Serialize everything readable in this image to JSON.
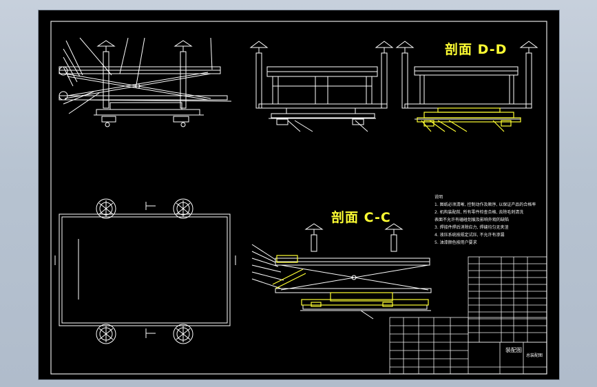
{
  "drawing": {
    "section_dd_title": "剖面 D-D",
    "section_cc_title": "剖面 C-C",
    "notes": {
      "heading": "说明",
      "lines": [
        "1. 图纸必须清晰, 控制动作及顺序, 以保证产品的合格率",
        "2. 机构装配前, 所有零件检查合格, 去除毛刺清洗",
        "   表面不允许有磕碰划痕及影响外观的缺陷",
        "3. 焊接件焊后消除应力, 焊缝均匀无夹渣",
        "4. 液压系统按规定试压, 不允许有渗漏",
        "5. 油漆颜色按用户要求"
      ]
    },
    "title_block": {
      "name_cell": "装配图",
      "company_cell": "总装配图"
    },
    "colors": {
      "background": "#000000",
      "line": "#ffffff",
      "highlight": "#ffff33",
      "frame": "#e6e6e6"
    }
  }
}
